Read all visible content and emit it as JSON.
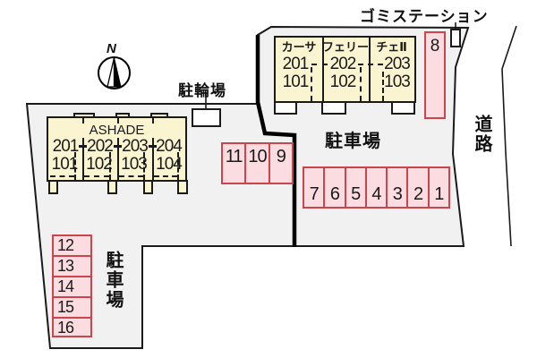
{
  "site": {
    "compass_label": "N",
    "garbage_station_label": "ゴミステーション",
    "bicycle_parking_label": "駐輪場",
    "road_label": "道路"
  },
  "left_area": {
    "building": {
      "name": "ASHADE",
      "separator": "-",
      "units": [
        {
          "upper": "201",
          "lower": "101"
        },
        {
          "upper": "202",
          "lower": "102"
        },
        {
          "upper": "203",
          "lower": "103"
        },
        {
          "upper": "204",
          "lower": "104"
        }
      ]
    },
    "parking_label": "駐車場",
    "spots_top_row": [
      "11",
      "10",
      "9"
    ],
    "spots_left_col": [
      "12",
      "13",
      "14",
      "15",
      "16"
    ]
  },
  "right_area": {
    "building": {
      "name_parts": [
        "カーサ",
        "フェリー",
        "チェⅡ"
      ],
      "units": [
        {
          "upper": "201",
          "lower": "101"
        },
        {
          "upper": "202",
          "lower": "102"
        },
        {
          "upper": "203",
          "lower": "103"
        }
      ]
    },
    "parking_label": "駐車場",
    "spots_row": [
      "7",
      "6",
      "5",
      "4",
      "3",
      "2",
      "1"
    ],
    "spot_single": "8"
  },
  "colors": {
    "parcel": "#f1f1f1",
    "building": "#faf4d1",
    "spot_fill": "#fadce1",
    "spot_border": "#cc444c",
    "line": "#1a1a1a"
  }
}
